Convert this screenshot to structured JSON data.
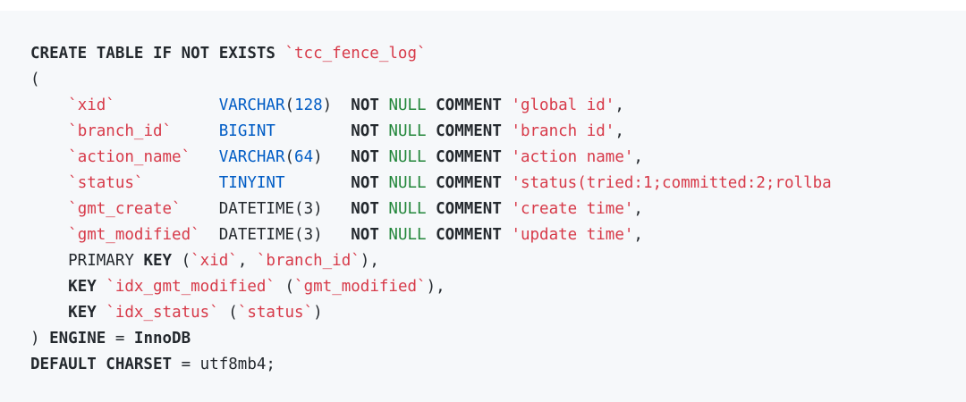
{
  "code": {
    "language": "sql",
    "colors": {
      "background": "#f6f8fa",
      "keyword": "#24292e",
      "identifier": "#d73a49",
      "string": "#d73a49",
      "type": "#005cc5",
      "null": "#22863a",
      "text": "#24292e"
    },
    "lines": [
      {
        "tokens": [
          {
            "t": "CREATE TABLE IF NOT EXISTS",
            "c": "kw"
          },
          {
            "t": " ",
            "c": "plain"
          },
          {
            "t": "`tcc_fence_log`",
            "c": "id"
          }
        ]
      },
      {
        "tokens": [
          {
            "t": "(",
            "c": "plain"
          }
        ]
      },
      {
        "tokens": [
          {
            "t": "    ",
            "c": "plain"
          },
          {
            "t": "`xid`",
            "c": "id"
          },
          {
            "t": "           ",
            "c": "plain"
          },
          {
            "t": "VARCHAR",
            "c": "type"
          },
          {
            "t": "(",
            "c": "plain"
          },
          {
            "t": "128",
            "c": "num"
          },
          {
            "t": ")  ",
            "c": "plain"
          },
          {
            "t": "NOT",
            "c": "kw"
          },
          {
            "t": " ",
            "c": "plain"
          },
          {
            "t": "NULL",
            "c": "kw-null"
          },
          {
            "t": " ",
            "c": "plain"
          },
          {
            "t": "COMMENT",
            "c": "kw"
          },
          {
            "t": " ",
            "c": "plain"
          },
          {
            "t": "'global id'",
            "c": "str"
          },
          {
            "t": ",",
            "c": "plain"
          }
        ]
      },
      {
        "tokens": [
          {
            "t": "    ",
            "c": "plain"
          },
          {
            "t": "`branch_id`",
            "c": "id"
          },
          {
            "t": "     ",
            "c": "plain"
          },
          {
            "t": "BIGINT",
            "c": "type"
          },
          {
            "t": "        ",
            "c": "plain"
          },
          {
            "t": "NOT",
            "c": "kw"
          },
          {
            "t": " ",
            "c": "plain"
          },
          {
            "t": "NULL",
            "c": "kw-null"
          },
          {
            "t": " ",
            "c": "plain"
          },
          {
            "t": "COMMENT",
            "c": "kw"
          },
          {
            "t": " ",
            "c": "plain"
          },
          {
            "t": "'branch id'",
            "c": "str"
          },
          {
            "t": ",",
            "c": "plain"
          }
        ]
      },
      {
        "tokens": [
          {
            "t": "    ",
            "c": "plain"
          },
          {
            "t": "`action_name`",
            "c": "id"
          },
          {
            "t": "   ",
            "c": "plain"
          },
          {
            "t": "VARCHAR",
            "c": "type"
          },
          {
            "t": "(",
            "c": "plain"
          },
          {
            "t": "64",
            "c": "num"
          },
          {
            "t": ")   ",
            "c": "plain"
          },
          {
            "t": "NOT",
            "c": "kw"
          },
          {
            "t": " ",
            "c": "plain"
          },
          {
            "t": "NULL",
            "c": "kw-null"
          },
          {
            "t": " ",
            "c": "plain"
          },
          {
            "t": "COMMENT",
            "c": "kw"
          },
          {
            "t": " ",
            "c": "plain"
          },
          {
            "t": "'action name'",
            "c": "str"
          },
          {
            "t": ",",
            "c": "plain"
          }
        ]
      },
      {
        "tokens": [
          {
            "t": "    ",
            "c": "plain"
          },
          {
            "t": "`status`",
            "c": "id"
          },
          {
            "t": "        ",
            "c": "plain"
          },
          {
            "t": "TINYINT",
            "c": "type"
          },
          {
            "t": "       ",
            "c": "plain"
          },
          {
            "t": "NOT",
            "c": "kw"
          },
          {
            "t": " ",
            "c": "plain"
          },
          {
            "t": "NULL",
            "c": "kw-null"
          },
          {
            "t": " ",
            "c": "plain"
          },
          {
            "t": "COMMENT",
            "c": "kw"
          },
          {
            "t": " ",
            "c": "plain"
          },
          {
            "t": "'status(tried:1;committed:2;rollba",
            "c": "str"
          }
        ]
      },
      {
        "tokens": [
          {
            "t": "    ",
            "c": "plain"
          },
          {
            "t": "`gmt_create`",
            "c": "id"
          },
          {
            "t": "    ",
            "c": "plain"
          },
          {
            "t": "DATETIME(3)",
            "c": "plain"
          },
          {
            "t": "   ",
            "c": "plain"
          },
          {
            "t": "NOT",
            "c": "kw"
          },
          {
            "t": " ",
            "c": "plain"
          },
          {
            "t": "NULL",
            "c": "kw-null"
          },
          {
            "t": " ",
            "c": "plain"
          },
          {
            "t": "COMMENT",
            "c": "kw"
          },
          {
            "t": " ",
            "c": "plain"
          },
          {
            "t": "'create time'",
            "c": "str"
          },
          {
            "t": ",",
            "c": "plain"
          }
        ]
      },
      {
        "tokens": [
          {
            "t": "    ",
            "c": "plain"
          },
          {
            "t": "`gmt_modified`",
            "c": "id"
          },
          {
            "t": "  ",
            "c": "plain"
          },
          {
            "t": "DATETIME(3)",
            "c": "plain"
          },
          {
            "t": "   ",
            "c": "plain"
          },
          {
            "t": "NOT",
            "c": "kw"
          },
          {
            "t": " ",
            "c": "plain"
          },
          {
            "t": "NULL",
            "c": "kw-null"
          },
          {
            "t": " ",
            "c": "plain"
          },
          {
            "t": "COMMENT",
            "c": "kw"
          },
          {
            "t": " ",
            "c": "plain"
          },
          {
            "t": "'update time'",
            "c": "str"
          },
          {
            "t": ",",
            "c": "plain"
          }
        ]
      },
      {
        "tokens": [
          {
            "t": "    PRIMARY ",
            "c": "plain"
          },
          {
            "t": "KEY",
            "c": "kw"
          },
          {
            "t": " (",
            "c": "plain"
          },
          {
            "t": "`xid`",
            "c": "id"
          },
          {
            "t": ", ",
            "c": "plain"
          },
          {
            "t": "`branch_id`",
            "c": "id"
          },
          {
            "t": "),",
            "c": "plain"
          }
        ]
      },
      {
        "tokens": [
          {
            "t": "    ",
            "c": "plain"
          },
          {
            "t": "KEY",
            "c": "kw"
          },
          {
            "t": " ",
            "c": "plain"
          },
          {
            "t": "`idx_gmt_modified`",
            "c": "id"
          },
          {
            "t": " (",
            "c": "plain"
          },
          {
            "t": "`gmt_modified`",
            "c": "id"
          },
          {
            "t": "),",
            "c": "plain"
          }
        ]
      },
      {
        "tokens": [
          {
            "t": "    ",
            "c": "plain"
          },
          {
            "t": "KEY",
            "c": "kw"
          },
          {
            "t": " ",
            "c": "plain"
          },
          {
            "t": "`idx_status`",
            "c": "id"
          },
          {
            "t": " (",
            "c": "plain"
          },
          {
            "t": "`status`",
            "c": "id"
          },
          {
            "t": ")",
            "c": "plain"
          }
        ]
      },
      {
        "tokens": [
          {
            "t": ") ",
            "c": "plain"
          },
          {
            "t": "ENGINE",
            "c": "kw"
          },
          {
            "t": " = ",
            "c": "plain"
          },
          {
            "t": "InnoDB",
            "c": "kw"
          }
        ]
      },
      {
        "tokens": [
          {
            "t": "DEFAULT CHARSET",
            "c": "kw"
          },
          {
            "t": " = utf8mb4;",
            "c": "plain"
          }
        ]
      }
    ]
  }
}
